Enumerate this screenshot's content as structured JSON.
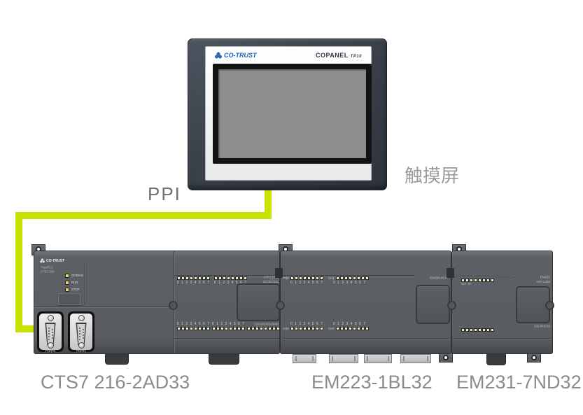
{
  "colors": {
    "cable": "#c8e300",
    "brand_blue": "#1563c0",
    "module_gray": "#595d61",
    "label_gray": "#8b8b8b"
  },
  "hmi": {
    "brand": "CO-TRUST",
    "model": "COPANEL",
    "variant": "TP10",
    "caption": "触摸屏"
  },
  "link": {
    "label": "PPI"
  },
  "captions": {
    "cpu": "CTS7 216-2AD33",
    "em223": "EM223-1BL32",
    "em231": "EM231-7ND32"
  },
  "cpu": {
    "brand": "CO-TRUST",
    "series": "TrustPLC",
    "family": "CTS7-200",
    "status_leds": [
      "SF/DIAG",
      "RUN",
      "STOP"
    ],
    "type_line1": "CPU 226L",
    "type_line2": "DC/DC/DC",
    "order_code": "216-2AD33-0X40",
    "ports": [
      "PORT0",
      "PORT1"
    ],
    "digits": "0 1 2 3 4 5 6 7"
  },
  "em223": {
    "model_label": "EM260-4CH",
    "digits": "0 1 2 3 4 5 6 7",
    "top_groups": [
      "CH0",
      "CH1"
    ],
    "bottom_groups": [
      "CH2",
      "CH3"
    ]
  },
  "em231": {
    "model_line1": "EM231",
    "model_line2": "AI4×12Bit",
    "order_code": "231-0HC32",
    "led_sublabels": "24V  SF"
  }
}
